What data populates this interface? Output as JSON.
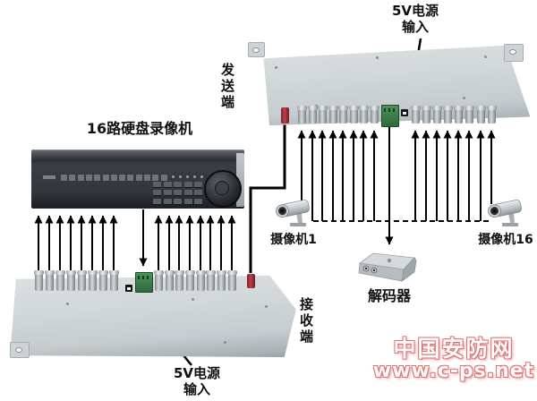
{
  "labels": {
    "dvr_title": "16路硬盘录像机",
    "transmitter": "发送端",
    "receiver": "接收端",
    "camera_first": "摄像机1",
    "camera_last": "摄像机16",
    "decoder": "解码器",
    "power_input_top": {
      "line1": "5V电源",
      "line2": "输入"
    },
    "power_input_bottom": {
      "line1": "5V电源",
      "line2": "输入"
    }
  },
  "system": {
    "channel_count": 16,
    "bnc_group_size": 8,
    "components": [
      "dvr-unit",
      "transmitter-unit",
      "receiver-unit",
      "decoder-box",
      "camera-icon",
      "bnc-connector",
      "fiber-port-red",
      "data-terminal-green",
      "power-socket",
      "signal-arrow",
      "fiber-link-line",
      "camera-bus-dashed-line"
    ]
  },
  "colors": {
    "chassis_gray": "#ccd2d4",
    "dvr_body": "#33373c",
    "fiber_port_red": "#a03038",
    "terminal_green": "#3f7d4a",
    "wire_black": "#000000",
    "watermark_red": "#e07070"
  },
  "watermark": {
    "line1": "中国安防网",
    "line2": "www.c-ps.net"
  }
}
